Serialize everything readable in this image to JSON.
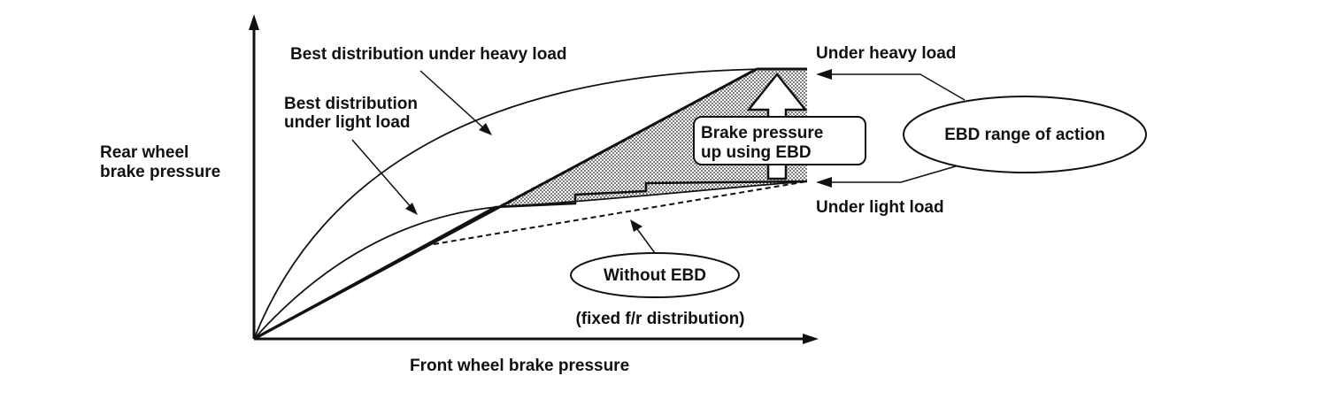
{
  "axes": {
    "y_label_line1": "Rear wheel",
    "y_label_line2": "brake pressure",
    "x_label": "Front wheel brake pressure"
  },
  "curves": {
    "heavy_best_line1": "Best distribution under heavy load",
    "light_best_line1": "Best distribution",
    "light_best_line2": "under light load"
  },
  "levels": {
    "heavy": "Under heavy load",
    "light": "Under light load"
  },
  "callouts": {
    "boost_line1": "Brake pressure",
    "boost_line2": "up using EBD",
    "ebd_range": "EBD range of action",
    "without_ebd": "Without EBD",
    "fixed_note": "(fixed f/r distribution)"
  },
  "colors": {
    "ink": "#111111",
    "shade": "#9a9a9a",
    "background": "#ffffff"
  }
}
